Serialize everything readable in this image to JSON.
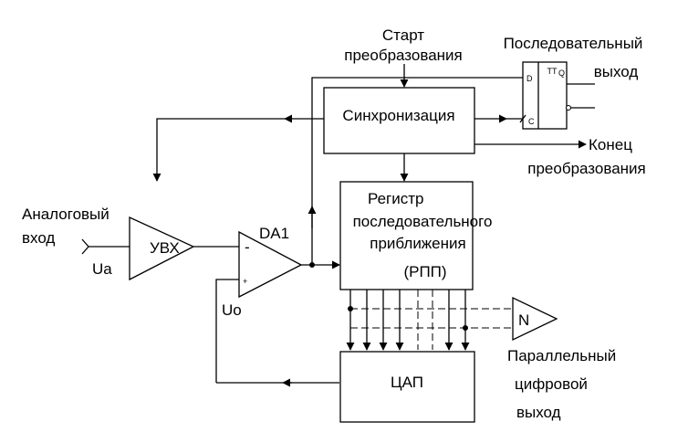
{
  "labels": {
    "start_line1": "Старт",
    "start_line2": "преобразования",
    "serial_line1": "Последовательный",
    "serial_line2": "выход",
    "sync_block": "Синхронизация",
    "end_line1": "Конец",
    "end_line2": "преобразования",
    "analog_line1": "Аналоговый",
    "analog_line2": "вход",
    "sample_hold": "УВХ",
    "input_voltage": "Ua",
    "comparator": "DA1",
    "comp_minus": "-",
    "comp_plus": "+",
    "feedback_voltage": "Uo",
    "sar_line1": "Регистр",
    "sar_line2": "последовательного",
    "sar_line3": "приближения",
    "sar_line4": "(РПП)",
    "bus_width": "N",
    "parallel_line1": "Параллельный",
    "parallel_line2": "цифровой",
    "parallel_line3": "выход",
    "dac_block": "ЦАП",
    "flipflop_type": "TT",
    "flipflop_d": "D",
    "flipflop_c": "C",
    "flipflop_q": "Q"
  }
}
